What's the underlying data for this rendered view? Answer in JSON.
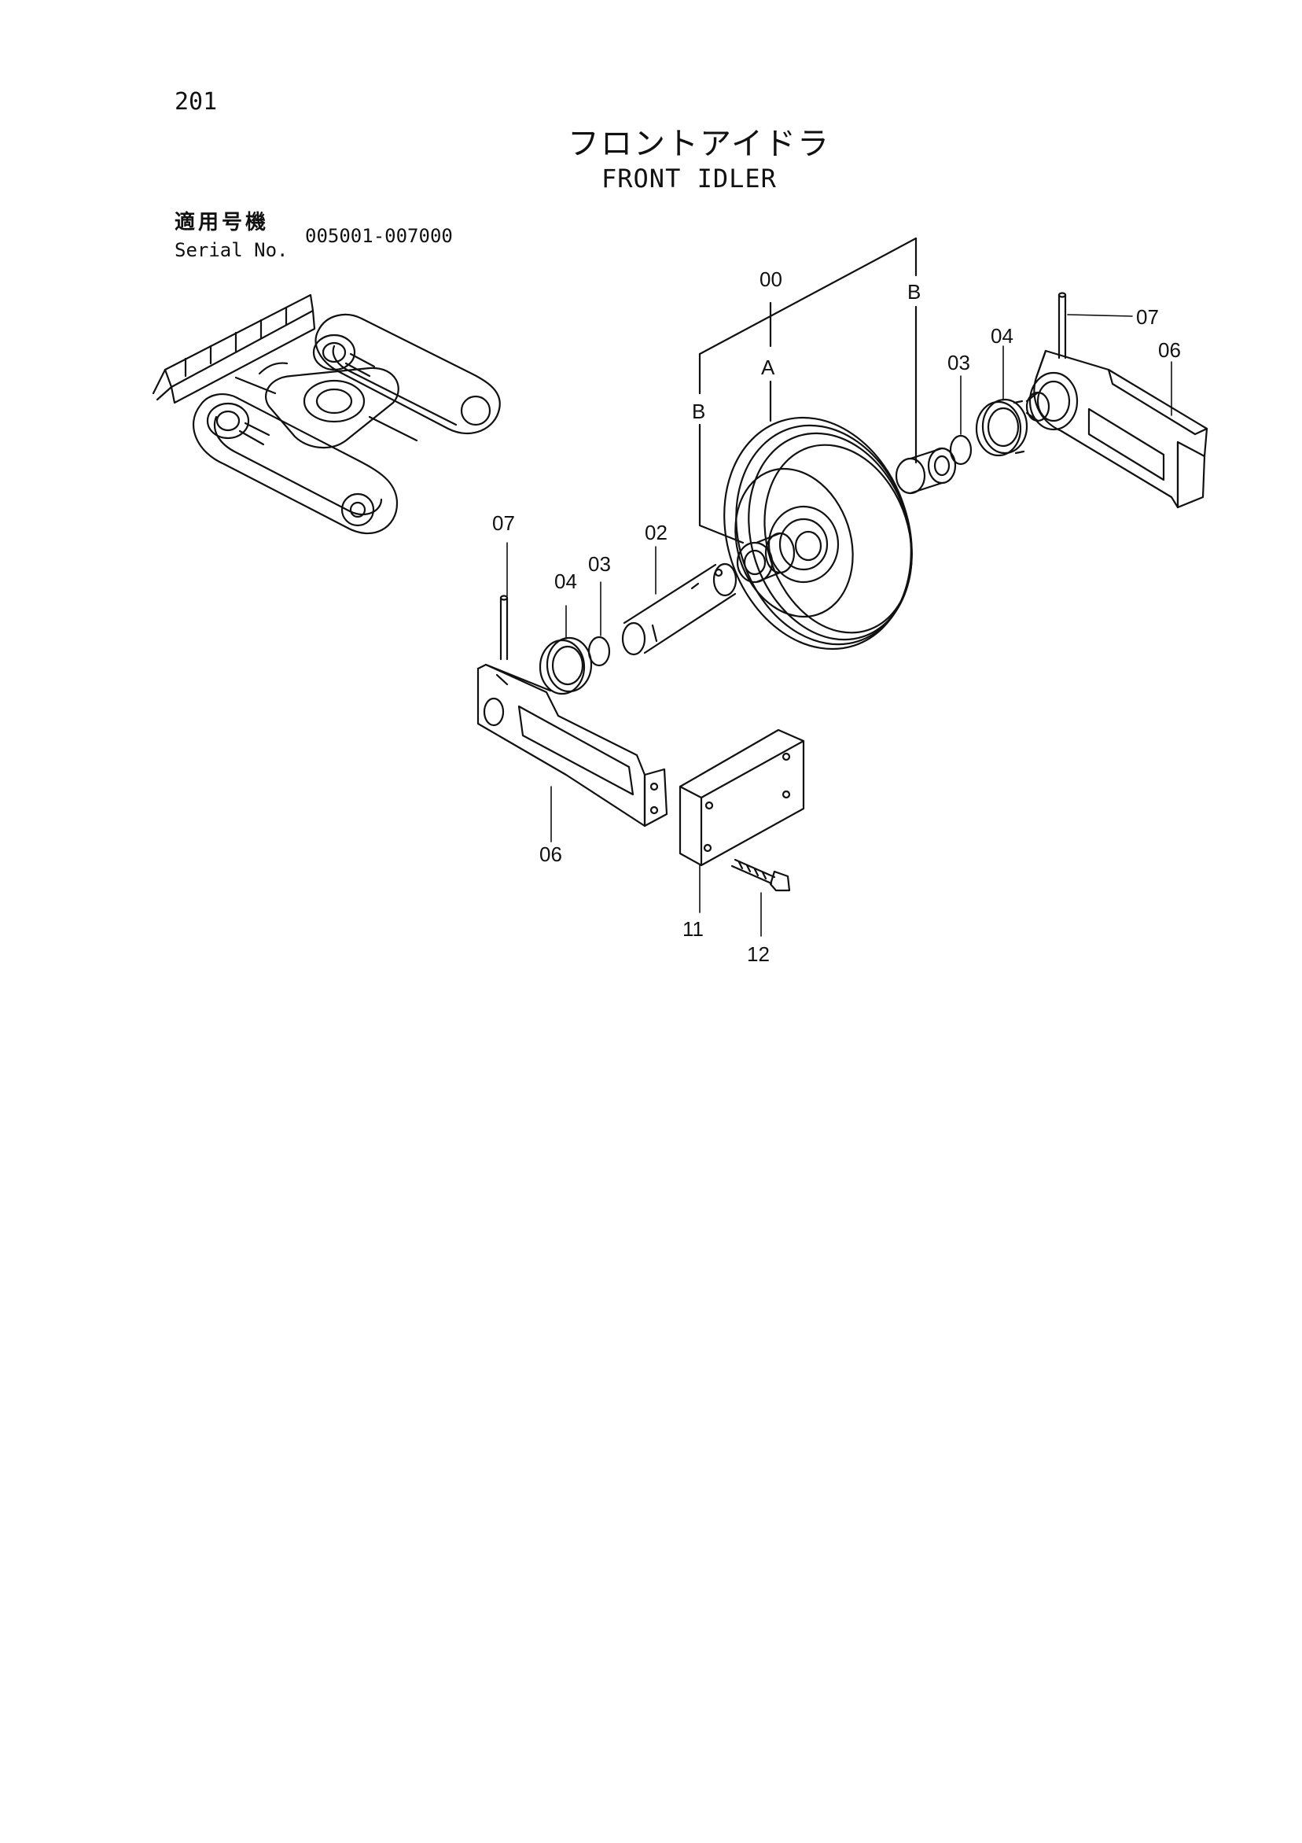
{
  "page": {
    "number": "201"
  },
  "title": {
    "japanese": "フロントアイドラ",
    "english": "FRONT IDLER"
  },
  "serial": {
    "label_jp": "適用号機",
    "label_en": "Serial No.",
    "range": "005001-007000"
  },
  "callouts": {
    "assembly": "00",
    "idler_letter": "A",
    "bushing_left_letter": "B",
    "bushing_right_letter": "B",
    "shaft": "02",
    "o_ring_left": "03",
    "o_ring_right": "03",
    "seal_left": "04",
    "seal_right": "04",
    "bearing_left": "06",
    "bearing_right": "06",
    "pin_left": "07",
    "pin_right": "07",
    "plate": "11",
    "bolt": "12"
  }
}
